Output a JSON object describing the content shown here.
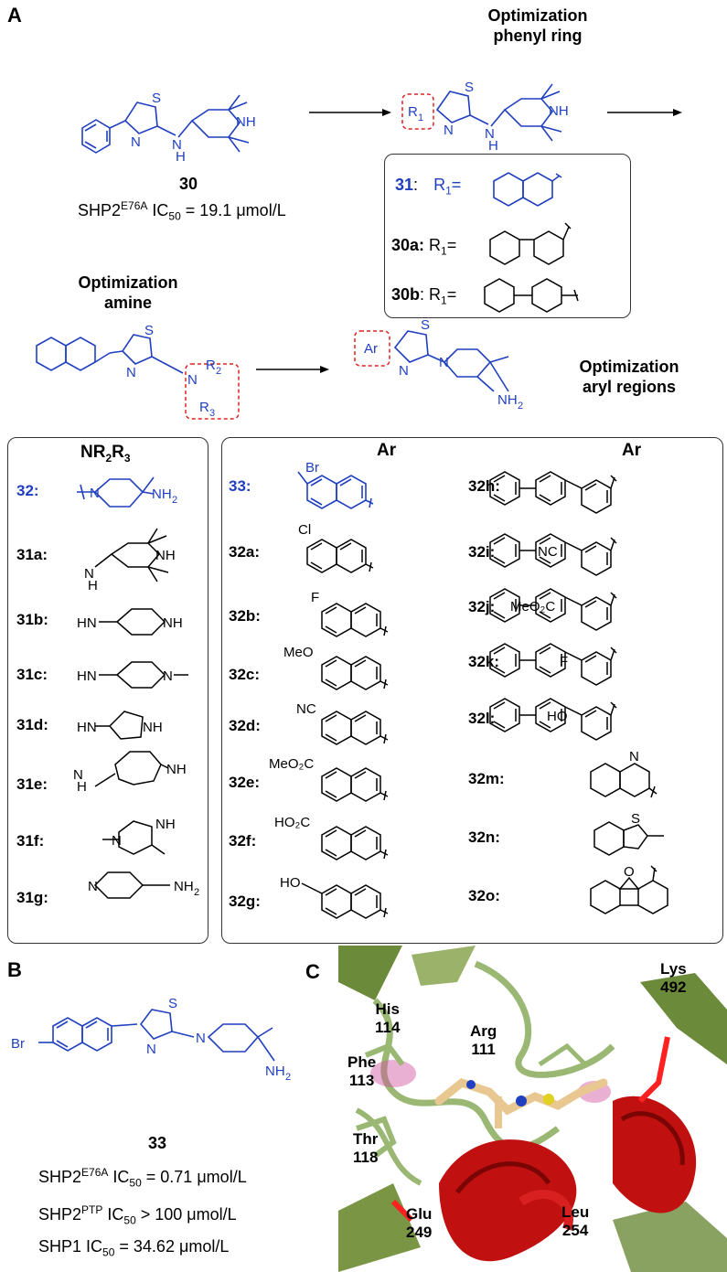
{
  "panels": {
    "a": "A",
    "b": "B",
    "c": "C"
  },
  "titles": {
    "phenyl": [
      "Optimization",
      "phenyl ring"
    ],
    "amine": [
      "Optimization",
      "amine"
    ],
    "aryl": [
      "Optimization",
      "aryl regions"
    ]
  },
  "compound30": {
    "id": "30",
    "ic50": "SHP2",
    "sup": "E76A",
    "rest": " IC",
    "sub": "50",
    "value": " = 19.1 μmol/L"
  },
  "r1box": {
    "rows": [
      {
        "id": "31",
        "sep": ":",
        "eq": "R",
        "sub": "1",
        "eq2": "="
      },
      {
        "id": "30a:",
        "eq": " R",
        "sub": "1",
        "eq2": "="
      },
      {
        "id": "30b",
        "sep": ":",
        "eq": " R",
        "sub": "1",
        "eq2": "="
      }
    ]
  },
  "amine_header": {
    "text": "NR",
    "sub1": "2",
    "r": "R",
    "sub2": "3"
  },
  "amine_labels": [
    "32:",
    "31a:",
    "31b:",
    "31c:",
    "31d:",
    "31e:",
    "31f:",
    "31g:"
  ],
  "ar_header": "Ar",
  "ar_labels_left": [
    "33:",
    "32a:",
    "32b:",
    "32c:",
    "32d:",
    "32e:",
    "32f:",
    "32g:"
  ],
  "ar_labels_right": [
    "32h:",
    "32i:",
    "32j:",
    "32k:",
    "32l:",
    "32m:",
    "32n:",
    "32o:"
  ],
  "substituents_left": [
    "Br",
    "Cl",
    "F",
    "MeO",
    "NC",
    "MeO₂C",
    "HO₂C",
    "HO"
  ],
  "substituents_right": [
    "",
    "NC",
    "MeO₂C",
    "F",
    "HO",
    "N",
    "S",
    "O"
  ],
  "compound33": {
    "id": "33",
    "lines": [
      {
        "a": "SHP2",
        "sup": "E76A",
        "b": " IC",
        "sub": "50",
        "c": " = 0.71 μmol/L"
      },
      {
        "a": "SHP2",
        "sup": "PTP",
        "b": " IC",
        "sub": "50",
        "c": " > 100 μmol/L"
      },
      {
        "a": "SHP1 IC",
        "sup": "",
        "b": "",
        "sub": "50",
        "c": " = 34.62 μmol/L"
      }
    ]
  },
  "residues": [
    {
      "name": "His",
      "num": "114"
    },
    {
      "name": "Arg",
      "num": "111"
    },
    {
      "name": "Lys",
      "num": "492"
    },
    {
      "name": "Phe",
      "num": "113"
    },
    {
      "name": "Thr",
      "num": "118"
    },
    {
      "name": "Glu",
      "num": "249"
    },
    {
      "name": "Leu",
      "num": "254"
    }
  ],
  "colors": {
    "blue": "#1f3fbf",
    "red": "#e02020",
    "helix": "#c01010",
    "sheet": "#6b8a3a"
  }
}
